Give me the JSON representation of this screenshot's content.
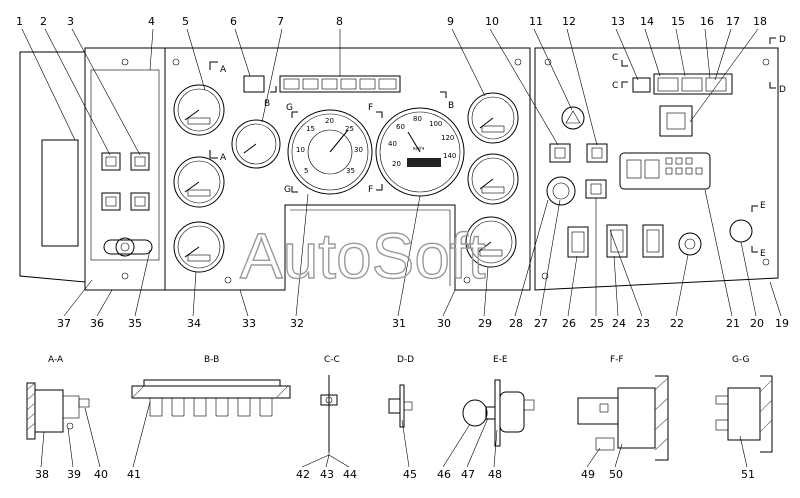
{
  "watermark": "AutoSoft",
  "callouts_top": [
    "1",
    "2",
    "3",
    "4",
    "5",
    "6",
    "7",
    "8",
    "9",
    "10",
    "11",
    "12",
    "13",
    "14",
    "15",
    "16",
    "17",
    "18"
  ],
  "callouts_bottom": [
    "37",
    "36",
    "35",
    "34",
    "33",
    "32",
    "31",
    "30",
    "29",
    "28",
    "27",
    "26",
    "25",
    "24",
    "23",
    "22",
    "21",
    "20",
    "19"
  ],
  "callouts_sections": [
    "38",
    "39",
    "40",
    "41",
    "42",
    "43",
    "44",
    "45",
    "46",
    "47",
    "48",
    "49",
    "50",
    "51"
  ],
  "section_titles": {
    "aa": "A-A",
    "bb": "B-B",
    "cc": "C-C",
    "dd": "D-D",
    "ee": "E-E",
    "ff": "F-F",
    "gg": "G-G"
  },
  "cut_letters": {
    "a": "A",
    "b": "B",
    "c": "C",
    "d": "D",
    "e": "E",
    "f": "F",
    "g": "G"
  },
  "speedometer": {
    "scale": [
      "20",
      "40",
      "60",
      "80",
      "100",
      "120",
      "140"
    ],
    "unit": "км/ч"
  },
  "tachometer": {
    "scale": [
      "5",
      "10",
      "15",
      "20",
      "25",
      "30",
      "35"
    ]
  }
}
